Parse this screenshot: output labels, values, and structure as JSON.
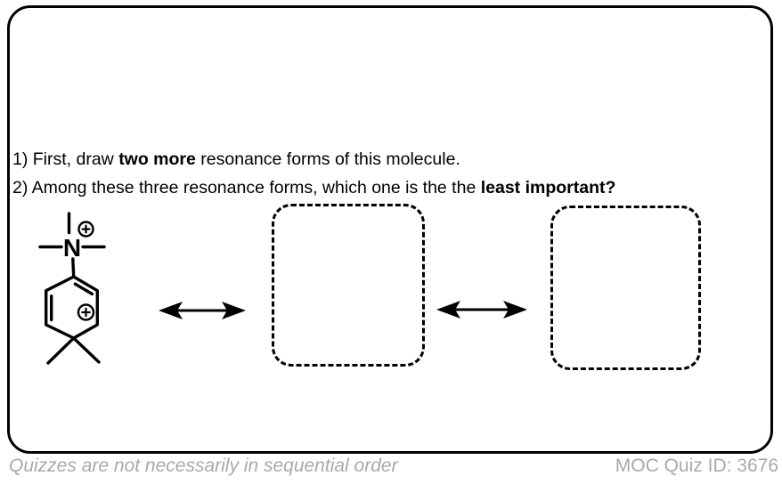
{
  "frame": {
    "background": "#ffffff",
    "border_color": "#000000"
  },
  "questions": {
    "q1_pre": "1) First, draw ",
    "q1_bold": "two more",
    "q1_post": " resonance forms of this molecule.",
    "q2_pre": "2) Among these three resonance forms, which one is the the ",
    "q2_bold": "least important?"
  },
  "molecule": {
    "nitrogen_label": "N",
    "charge_icon": "circled-plus",
    "charges_visible": 2
  },
  "arrows": {
    "style": "double-headed-resonance",
    "count": 2
  },
  "answer_boxes": {
    "count": 2,
    "border_style": "dashed"
  },
  "footer": {
    "left_note": "Quizzes are not necessarily in sequential order",
    "right_id": "MOC Quiz ID: 3676",
    "text_color": "#a9a9a9"
  }
}
